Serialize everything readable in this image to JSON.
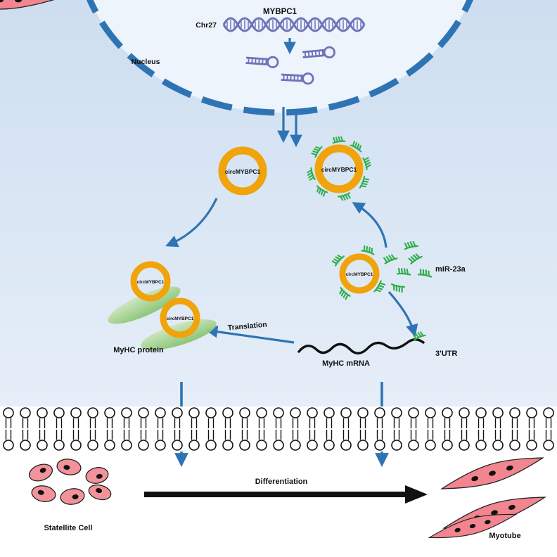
{
  "colors": {
    "arrow_blue": "#2e74b5",
    "nucleus_border": "#2e74b5",
    "ring_orange": "#f0a30a",
    "mirna_green": "#2fae4c",
    "dna_purple": "#6e72b8",
    "protein_green": "#8cc677",
    "cell_pink": "#f2929a",
    "bg_blue": "#d9e6f4",
    "nucleus_fill": "#edf4fb"
  },
  "nucleus": {
    "gene": "MYBPC1",
    "chromosome": "Chr27",
    "label": "Nucleus"
  },
  "circ_labels": {
    "cytoplasm_plain": "circMYBPC1",
    "mirna_bound": "circMYBPC1",
    "mirna_sponge": "circMYBPC1",
    "protein_complex_1": "circMYBPC1",
    "protein_complex_2": "circMYBPC1"
  },
  "labels": {
    "mir23a": "miR-23a",
    "myhc_protein": "MyHC protein",
    "translation": "Translation",
    "myhc_mrna": "MyHC mRNA",
    "utr3": "3'UTR"
  },
  "bottom": {
    "satellite_cell": "Statellite Cell",
    "differentiation": "Differentiation",
    "myotube": "Myotube"
  }
}
